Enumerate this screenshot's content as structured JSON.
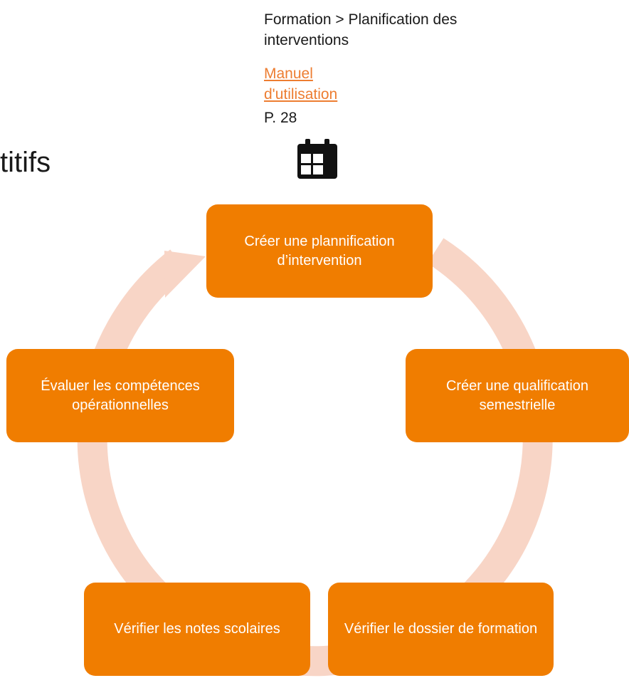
{
  "header": {
    "nav_path": "Formation > Planification des interventions",
    "manual_link": "Manuel d'utilisation",
    "page_ref": "P. 28",
    "icon": "calendar-icon"
  },
  "title_fragment": "titifs",
  "cycle": {
    "steps": [
      {
        "label": "Créer une plannification d’intervention"
      },
      {
        "label": "Créer une qualification semestrielle"
      },
      {
        "label": "Vérifier le dossier de formation"
      },
      {
        "label": "Vérifier les notes scolaires"
      },
      {
        "label": "Évaluer les compétences opérationnelles"
      }
    ]
  },
  "colors": {
    "step_fill": "#F07D00",
    "ring": "#F8D5C6",
    "link": "#ED7D31"
  }
}
